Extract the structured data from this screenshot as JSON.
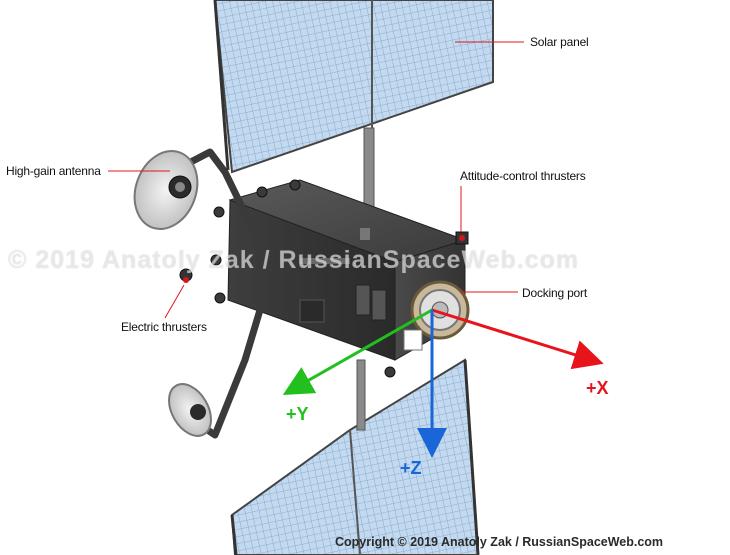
{
  "labels": {
    "solar_panel": "Solar panel",
    "high_gain_antenna": "High-gain antenna",
    "attitude_control_thrusters": "Attitude-control thrusters",
    "docking_port": "Docking port",
    "electric_thrusters": "Electric thrusters"
  },
  "axes": {
    "x": {
      "label": "+X",
      "color": "#e8141c"
    },
    "y": {
      "label": "+Y",
      "color": "#22c01e"
    },
    "z": {
      "label": "+Z",
      "color": "#1a66d8"
    }
  },
  "watermark": "© 2019 Anatoly Zak / RussianSpaceWeb.com",
  "copyright": "Copyright © 2019 Anatoly Zak / RussianSpaceWeb.com",
  "colors": {
    "panel_fill": "#b9d3ec",
    "panel_grid": "#7fa2c6",
    "bus_body": "#3c3c3c",
    "leader_line": "#e0181e"
  }
}
